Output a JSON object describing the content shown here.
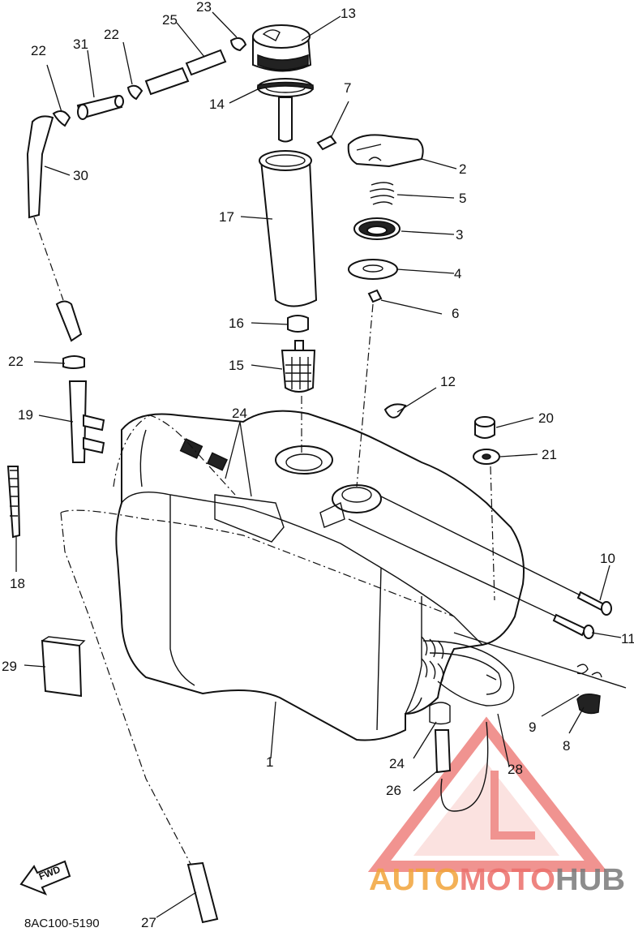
{
  "diagram": {
    "code": "8AC100-5190",
    "fwd_label": "FWD",
    "callouts": [
      {
        "id": "c1",
        "text": "1"
      },
      {
        "id": "c2",
        "text": "2"
      },
      {
        "id": "c3",
        "text": "3"
      },
      {
        "id": "c4",
        "text": "4"
      },
      {
        "id": "c5",
        "text": "5"
      },
      {
        "id": "c6",
        "text": "6"
      },
      {
        "id": "c7",
        "text": "7"
      },
      {
        "id": "c8",
        "text": "8"
      },
      {
        "id": "c9",
        "text": "9"
      },
      {
        "id": "c10",
        "text": "10"
      },
      {
        "id": "c11",
        "text": "11"
      },
      {
        "id": "c12",
        "text": "12"
      },
      {
        "id": "c13",
        "text": "13"
      },
      {
        "id": "c14",
        "text": "14"
      },
      {
        "id": "c15",
        "text": "15"
      },
      {
        "id": "c16",
        "text": "16"
      },
      {
        "id": "c17",
        "text": "17"
      },
      {
        "id": "c18",
        "text": "18"
      },
      {
        "id": "c19",
        "text": "19"
      },
      {
        "id": "c20",
        "text": "20"
      },
      {
        "id": "c21",
        "text": "21"
      },
      {
        "id": "c22a",
        "text": "22"
      },
      {
        "id": "c22b",
        "text": "22"
      },
      {
        "id": "c22c",
        "text": "22"
      },
      {
        "id": "c23",
        "text": "23"
      },
      {
        "id": "c24a",
        "text": "24"
      },
      {
        "id": "c24b",
        "text": "24"
      },
      {
        "id": "c25",
        "text": "25"
      },
      {
        "id": "c26",
        "text": "26"
      },
      {
        "id": "c27",
        "text": "27"
      },
      {
        "id": "c28",
        "text": "28"
      },
      {
        "id": "c29",
        "text": "29"
      },
      {
        "id": "c30",
        "text": "30"
      },
      {
        "id": "c31",
        "text": "31"
      }
    ]
  },
  "watermark": {
    "part1": "AUTO",
    "part2": "MOTO",
    "part3": "HUB",
    "colors": {
      "auto": "#f2a43a",
      "moto": "#ec6f6b",
      "hub": "#7a7a7a",
      "logo": "#ec6f6b"
    }
  }
}
